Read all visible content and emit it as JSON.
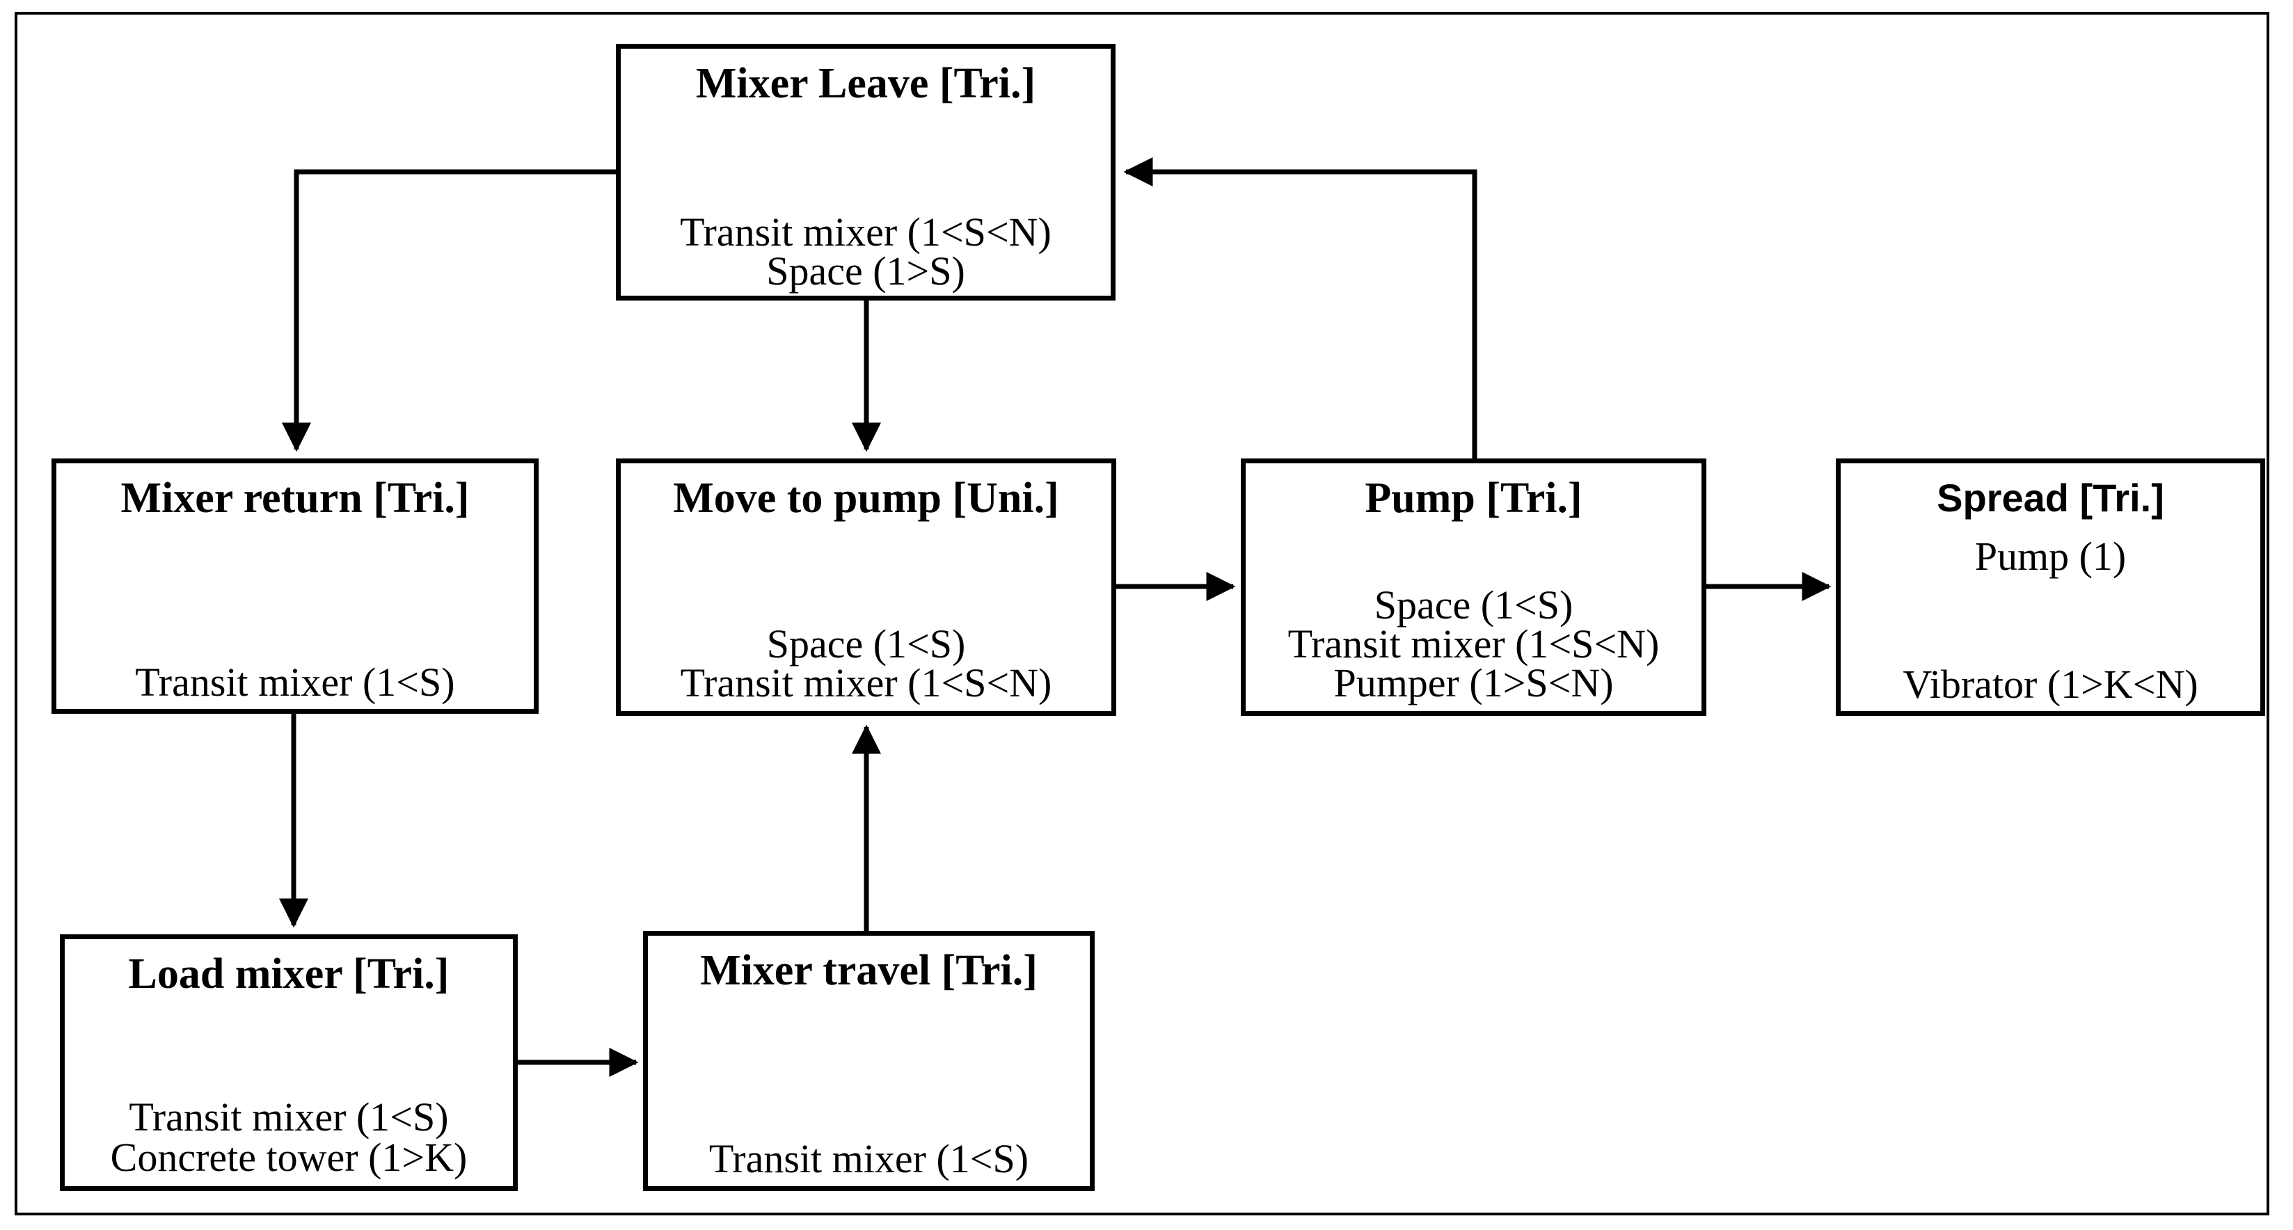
{
  "nodes": {
    "mixer_leave": {
      "title": "Mixer Leave [Tri.]",
      "resources": [
        "Transit mixer (1<S<N)",
        "Space (1>S)"
      ]
    },
    "mixer_return": {
      "title": "Mixer return [Tri.]",
      "resources": [
        "Transit mixer (1<S)"
      ]
    },
    "move_to_pump": {
      "title": "Move to pump [Uni.]",
      "resources": [
        "Space (1<S)",
        "Transit mixer (1<S<N)"
      ]
    },
    "pump": {
      "title": "Pump [Tri.]",
      "resources": [
        "Space (1<S)",
        "Transit mixer (1<S<N)",
        "Pumper (1>S<N)"
      ]
    },
    "spread": {
      "title": "Spread [Tri.]",
      "resources": [
        "Pump (1)",
        "Vibrator (1>K<N)"
      ]
    },
    "load_mixer": {
      "title": "Load mixer [Tri.]",
      "resources": [
        "Transit mixer (1<S)",
        "Concrete tower (1>K)"
      ]
    },
    "mixer_travel": {
      "title": "Mixer travel [Tri.]",
      "resources": [
        "Transit mixer (1<S)"
      ]
    }
  }
}
